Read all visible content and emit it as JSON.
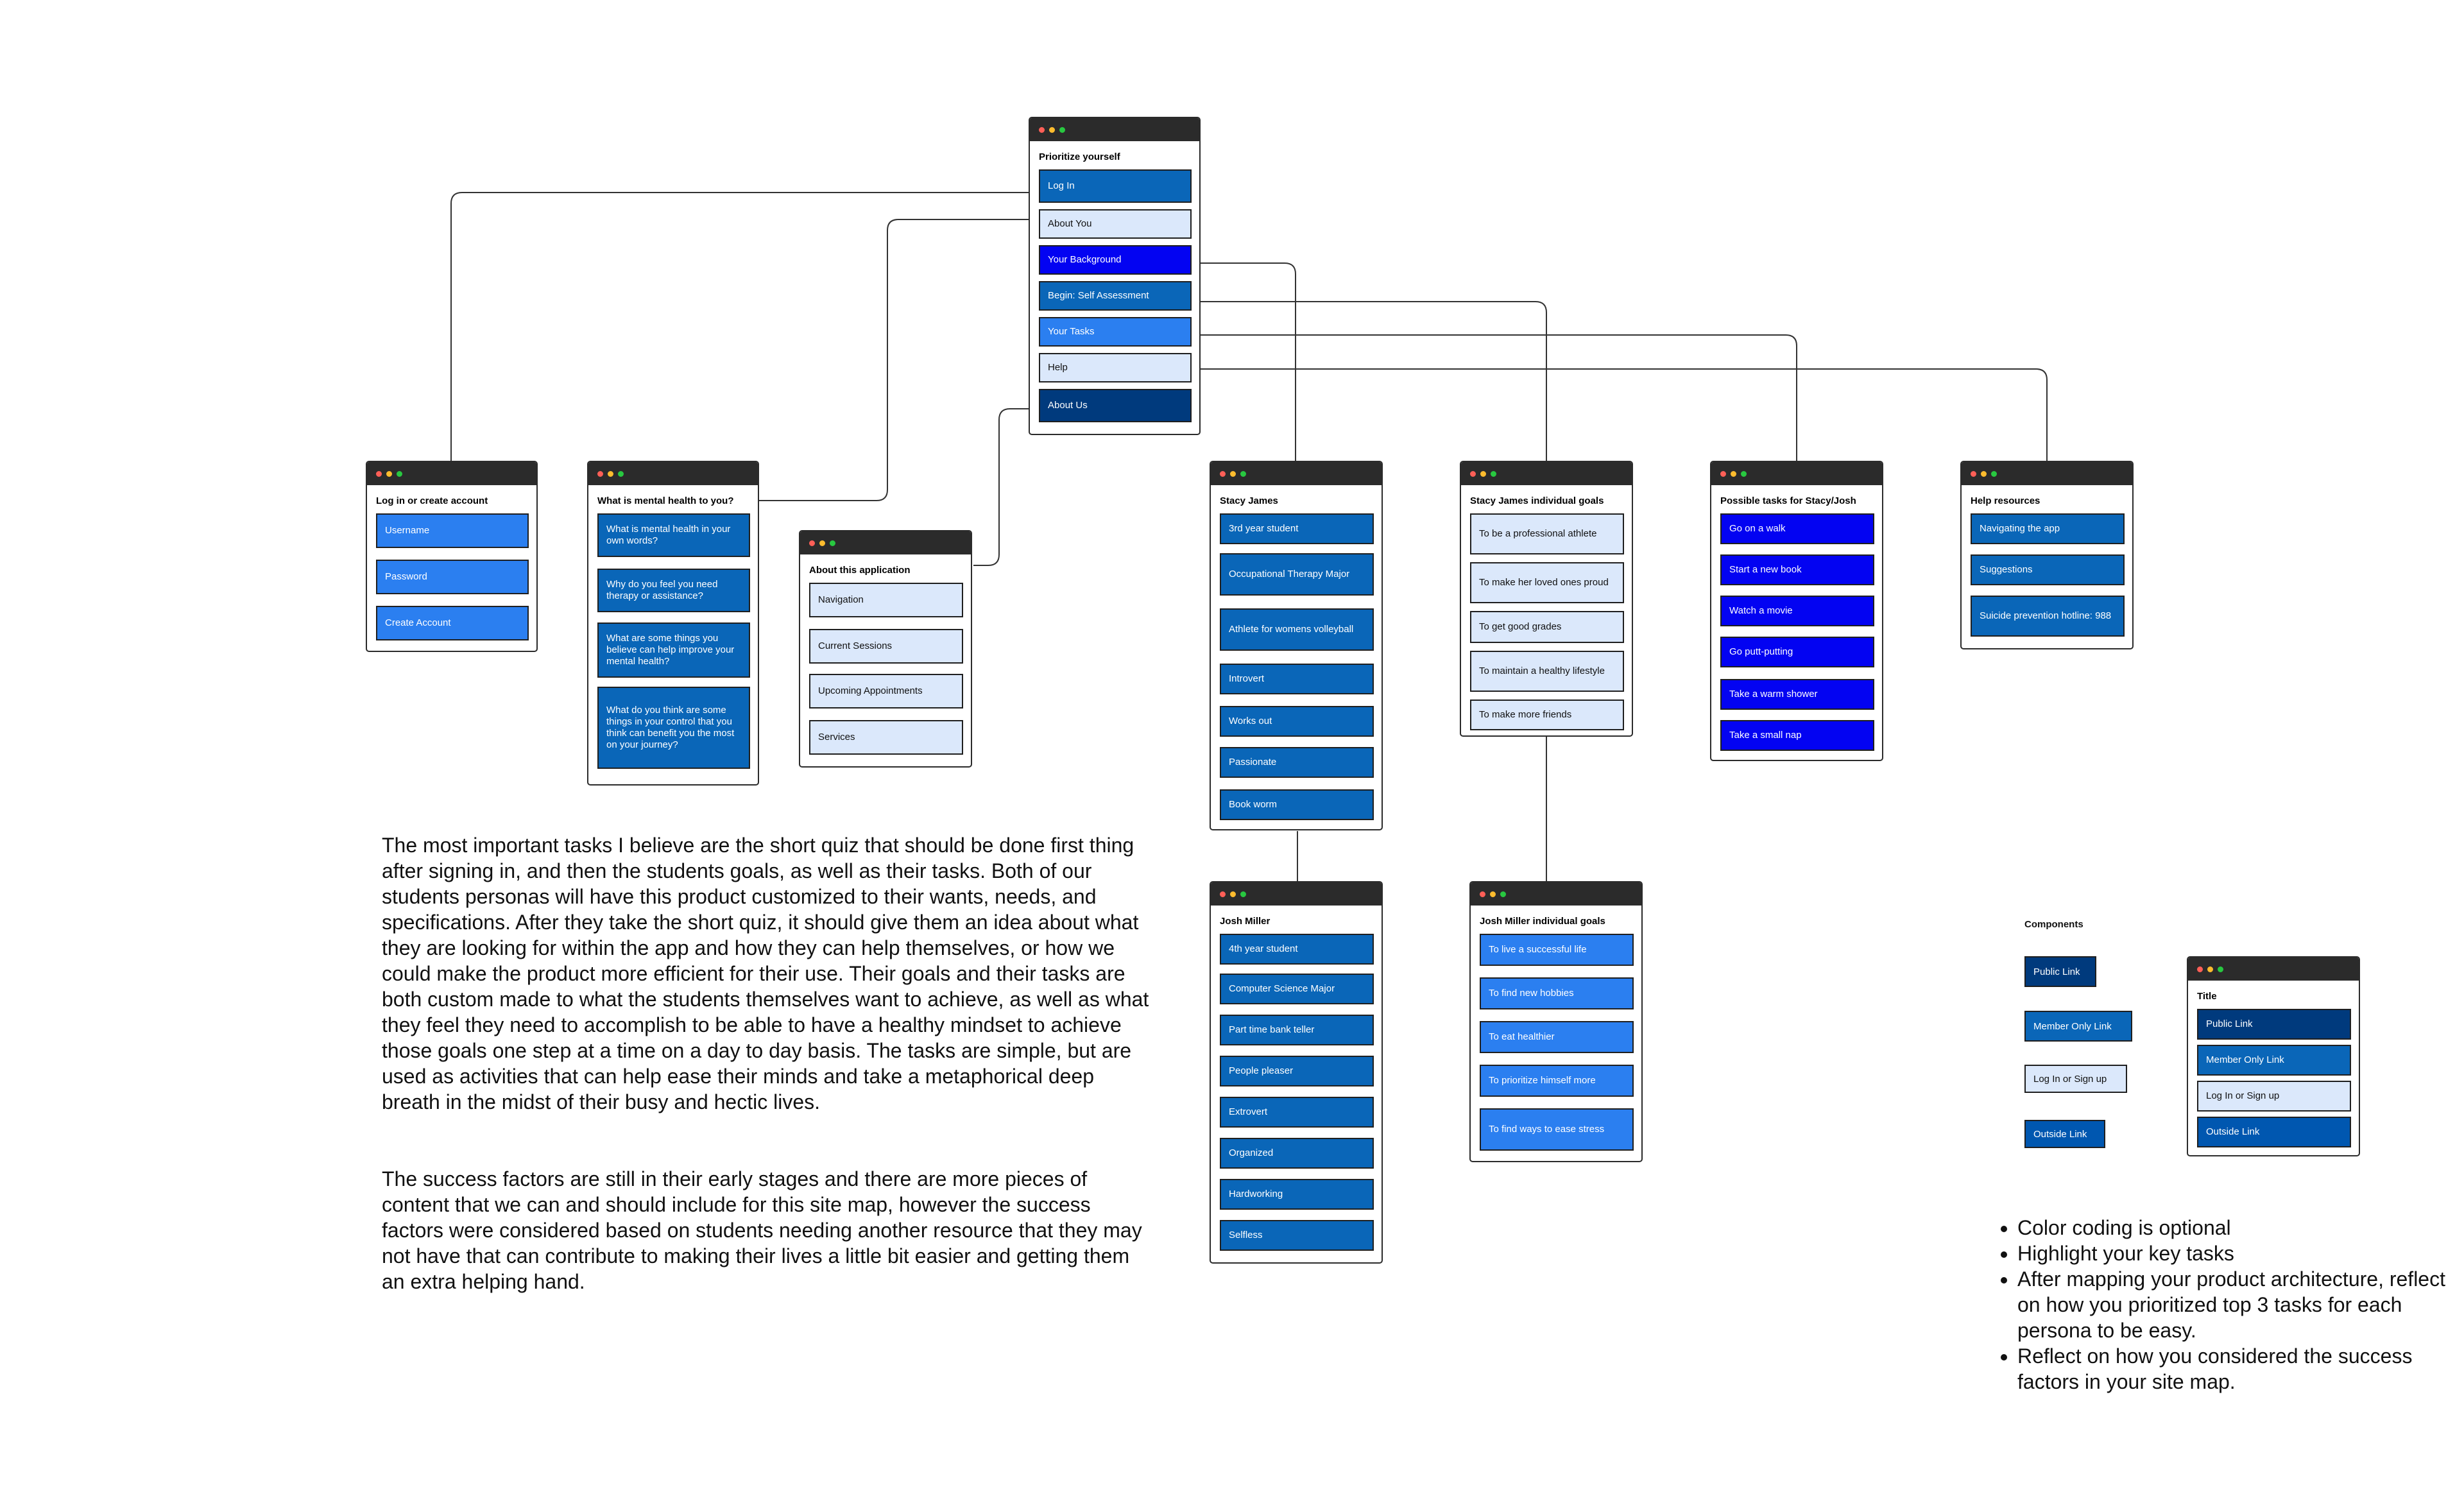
{
  "windows": {
    "main": {
      "title": "Prioritize yourself",
      "items": [
        {
          "label": "Log In",
          "style": "member"
        },
        {
          "label": "About You",
          "style": "pale"
        },
        {
          "label": "Your Background",
          "style": "pure"
        },
        {
          "label": "Begin: Self Assessment",
          "style": "member"
        },
        {
          "label": "Your Tasks",
          "style": "bright"
        },
        {
          "label": "Help",
          "style": "pale"
        },
        {
          "label": "About Us",
          "style": "public"
        }
      ]
    },
    "login": {
      "title": "Log in or create account",
      "items": [
        {
          "label": "Username",
          "style": "bright"
        },
        {
          "label": "Password",
          "style": "bright"
        },
        {
          "label": "Create Account",
          "style": "bright"
        }
      ]
    },
    "mental": {
      "title": "What is mental health to you?",
      "items": [
        {
          "label": "What is mental health in your own words?",
          "style": "member"
        },
        {
          "label": "Why do you feel you need therapy or assistance?",
          "style": "member"
        },
        {
          "label": "What are some things you believe can help improve your mental health?",
          "style": "member"
        },
        {
          "label": "What do you think are some things in your control that you think can benefit you the most on your journey?",
          "style": "member"
        }
      ]
    },
    "about_app": {
      "title": "About this application",
      "items": [
        {
          "label": "Navigation",
          "style": "pale"
        },
        {
          "label": "Current Sessions",
          "style": "pale"
        },
        {
          "label": "Upcoming Appointments",
          "style": "pale"
        },
        {
          "label": "Services",
          "style": "pale"
        }
      ]
    },
    "stacy": {
      "title": "Stacy James",
      "items": [
        {
          "label": "3rd year student",
          "style": "member"
        },
        {
          "label": "Occupational Therapy Major",
          "style": "member"
        },
        {
          "label": "Athlete for womens volleyball",
          "style": "member"
        },
        {
          "label": "Introvert",
          "style": "member"
        },
        {
          "label": "Works out",
          "style": "member"
        },
        {
          "label": "Passionate",
          "style": "member"
        },
        {
          "label": "Book worm",
          "style": "member"
        }
      ]
    },
    "stacy_goals": {
      "title": "Stacy James individual goals",
      "items": [
        {
          "label": "To be a professional athlete",
          "style": "pale"
        },
        {
          "label": "To make her loved ones proud",
          "style": "pale"
        },
        {
          "label": "To get good grades",
          "style": "pale"
        },
        {
          "label": "To maintain a healthy lifestyle",
          "style": "pale"
        },
        {
          "label": "To make more friends",
          "style": "pale"
        }
      ]
    },
    "tasks": {
      "title": "Possible tasks for Stacy/Josh",
      "items": [
        {
          "label": "Go on a walk",
          "style": "pure"
        },
        {
          "label": "Start a new book",
          "style": "pure"
        },
        {
          "label": "Watch a movie",
          "style": "pure"
        },
        {
          "label": "Go putt-putting",
          "style": "pure"
        },
        {
          "label": "Take a warm shower",
          "style": "pure"
        },
        {
          "label": "Take a small nap",
          "style": "pure"
        }
      ]
    },
    "help": {
      "title": "Help resources",
      "items": [
        {
          "label": "Navigating the app",
          "style": "member"
        },
        {
          "label": "Suggestions",
          "style": "member"
        },
        {
          "label": "Suicide prevention hotline: 988",
          "style": "member"
        }
      ]
    },
    "josh": {
      "title": "Josh Miller",
      "items": [
        {
          "label": "4th year student",
          "style": "member"
        },
        {
          "label": "Computer Science Major",
          "style": "member"
        },
        {
          "label": "Part time bank teller",
          "style": "member"
        },
        {
          "label": "People pleaser",
          "style": "member"
        },
        {
          "label": "Extrovert",
          "style": "member"
        },
        {
          "label": "Organized",
          "style": "member"
        },
        {
          "label": "Hardworking",
          "style": "member"
        },
        {
          "label": "Selfless",
          "style": "member"
        }
      ]
    },
    "josh_goals": {
      "title": "Josh Miller individual goals",
      "items": [
        {
          "label": "To live a successful life",
          "style": "bright"
        },
        {
          "label": "To find new hobbies",
          "style": "bright"
        },
        {
          "label": "To eat healthier",
          "style": "bright"
        },
        {
          "label": "To prioritize himself more",
          "style": "bright"
        },
        {
          "label": "To find ways to ease stress",
          "style": "bright"
        }
      ]
    },
    "legend_window": {
      "title": "Title",
      "items": [
        {
          "label": "Public Link",
          "style": "public"
        },
        {
          "label": "Member Only Link",
          "style": "member"
        },
        {
          "label": "Log In or Sign up",
          "style": "login"
        },
        {
          "label": "Outside Link",
          "style": "outside"
        }
      ]
    }
  },
  "components": {
    "heading": "Components",
    "chips": [
      {
        "label": "Public Link",
        "style": "public"
      },
      {
        "label": "Member Only Link",
        "style": "member"
      },
      {
        "label": "Log In or Sign up",
        "style": "login"
      },
      {
        "label": "Outside Link",
        "style": "outside"
      }
    ]
  },
  "paragraphs": [
    "The most important tasks I believe are the short quiz that should be done first thing after signing in, and then the students goals, as well as their tasks. Both of our students personas will have this product customized to their wants, needs, and specifications. After they take the short quiz, it should give them an idea about what they are looking for within the app and how they can help themselves, or how we could make the product more efficient for their use. Their goals and their tasks are both custom made to what the students themselves want to achieve, as well as what they feel they need to accomplish to be able to have a healthy mindset to achieve those goals one step at a time on a day to day basis. The tasks are simple, but are used as activities that can help ease their minds and take a metaphorical deep breath in the midst of their busy and hectic lives.",
    "The success factors are still in their early stages and there are more pieces of content that we can and should include for this site map, however the success factors were considered based on students needing another resource that they may not have that can contribute to making their lives a little bit easier and getting them an extra helping hand."
  ],
  "bullets": [
    "Color coding is optional",
    "Highlight your key tasks",
    "After mapping your product architecture, reflect on how you prioritized top 3 tasks for each persona to be easy.",
    "Reflect on how you considered the success factors in your site map."
  ],
  "colors": {
    "public": "#003a7d",
    "member": "#0a66b8",
    "login": "#dbe8fb",
    "outside": "#0057b0",
    "bright": "#2b7ff0",
    "pure": "#0303f2",
    "titlebar": "#2b2b2b"
  }
}
